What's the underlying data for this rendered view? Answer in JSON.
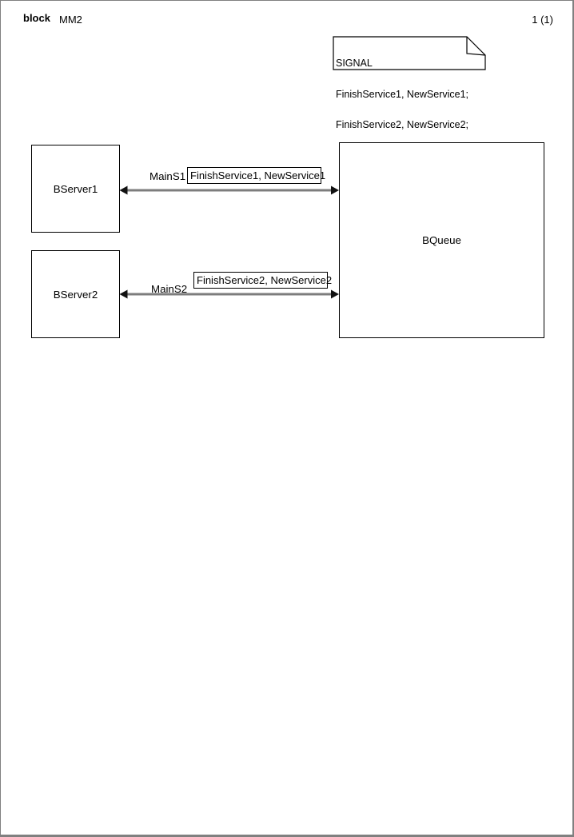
{
  "header": {
    "kind_label": "block",
    "diagram_name": "MM2",
    "page_number": "1 (1)"
  },
  "note": {
    "line1": "SIGNAL",
    "line2": "FinishService1, NewService1;",
    "line3": "FinishService2, NewService2;"
  },
  "blocks": [
    {
      "label": "BServer1"
    },
    {
      "label": "BServer2"
    },
    {
      "label": "BQueue"
    }
  ],
  "channels": [
    {
      "name": "MainS1",
      "signal_list": "FinishService1, NewService1"
    },
    {
      "name": "MainS2",
      "signal_list": "FinishService2, NewService2"
    }
  ],
  "colors": {
    "channel_line": "#7d7d7d",
    "arrowhead": "#111111",
    "symbol_border": "#000000",
    "page_frame": "#808080"
  }
}
